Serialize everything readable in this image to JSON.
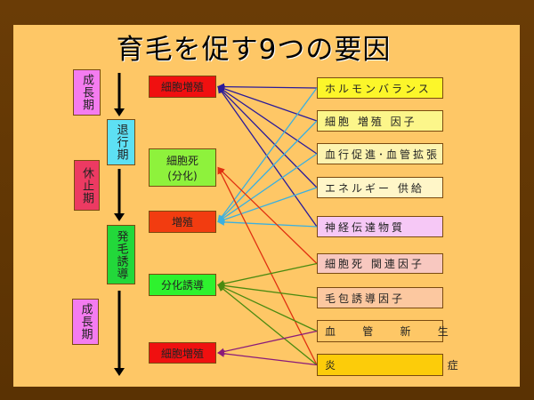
{
  "title": "育毛を促す9つの要因",
  "stages": [
    {
      "label": "成長期",
      "color": "#f47cf0"
    },
    {
      "label": "退行期",
      "color": "#5de0f4"
    },
    {
      "label": "休止期",
      "color": "#ec3a62"
    },
    {
      "label": "発毛誘導",
      "color": "#22d83a"
    },
    {
      "label": "成長期",
      "color": "#f47cf0"
    }
  ],
  "effects": [
    {
      "label": "細胞増殖",
      "color": "#f01010"
    },
    {
      "label": "細胞死\n(分化)",
      "color": "#8ef23c"
    },
    {
      "label": "増殖",
      "color": "#f23c10"
    },
    {
      "label": "分化誘導",
      "color": "#2ef22e"
    },
    {
      "label": "細胞増殖",
      "color": "#f01010"
    }
  ],
  "factors": [
    {
      "label": "ホルモンバランス",
      "color": "#fcf62a"
    },
    {
      "label": "細胞 増殖 因子",
      "color": "#fcf68a"
    },
    {
      "label": "血行促進･血管拡張",
      "color": "#fdf4b0"
    },
    {
      "label": "エネルギー 供給",
      "color": "#fff6c8"
    },
    {
      "label": "神経伝達物質",
      "color": "#f6c8f6"
    },
    {
      "label": "細胞死 関連因子",
      "color": "#f8c8c0"
    },
    {
      "label": "毛包誘導因子",
      "color": "#fcc8a0"
    },
    {
      "label": "血    管    新    生",
      "color": "#fec766"
    },
    {
      "label": "炎                  症",
      "color": "#fccc0a"
    }
  ],
  "connections": [
    {
      "color": "#2a1a9a",
      "to": 0,
      "from": [
        0,
        1,
        2,
        3,
        4
      ]
    },
    {
      "color": "#3ab0e0",
      "to": 2,
      "from": [
        0,
        1,
        2,
        3,
        4
      ]
    },
    {
      "color": "#e03010",
      "to": 1,
      "from": [
        5,
        8
      ]
    },
    {
      "color": "#4a8a10",
      "to": 3,
      "from": [
        5,
        6,
        7,
        8
      ]
    },
    {
      "color": "#8a1a7a",
      "to": 4,
      "from": [
        7,
        8
      ]
    }
  ]
}
